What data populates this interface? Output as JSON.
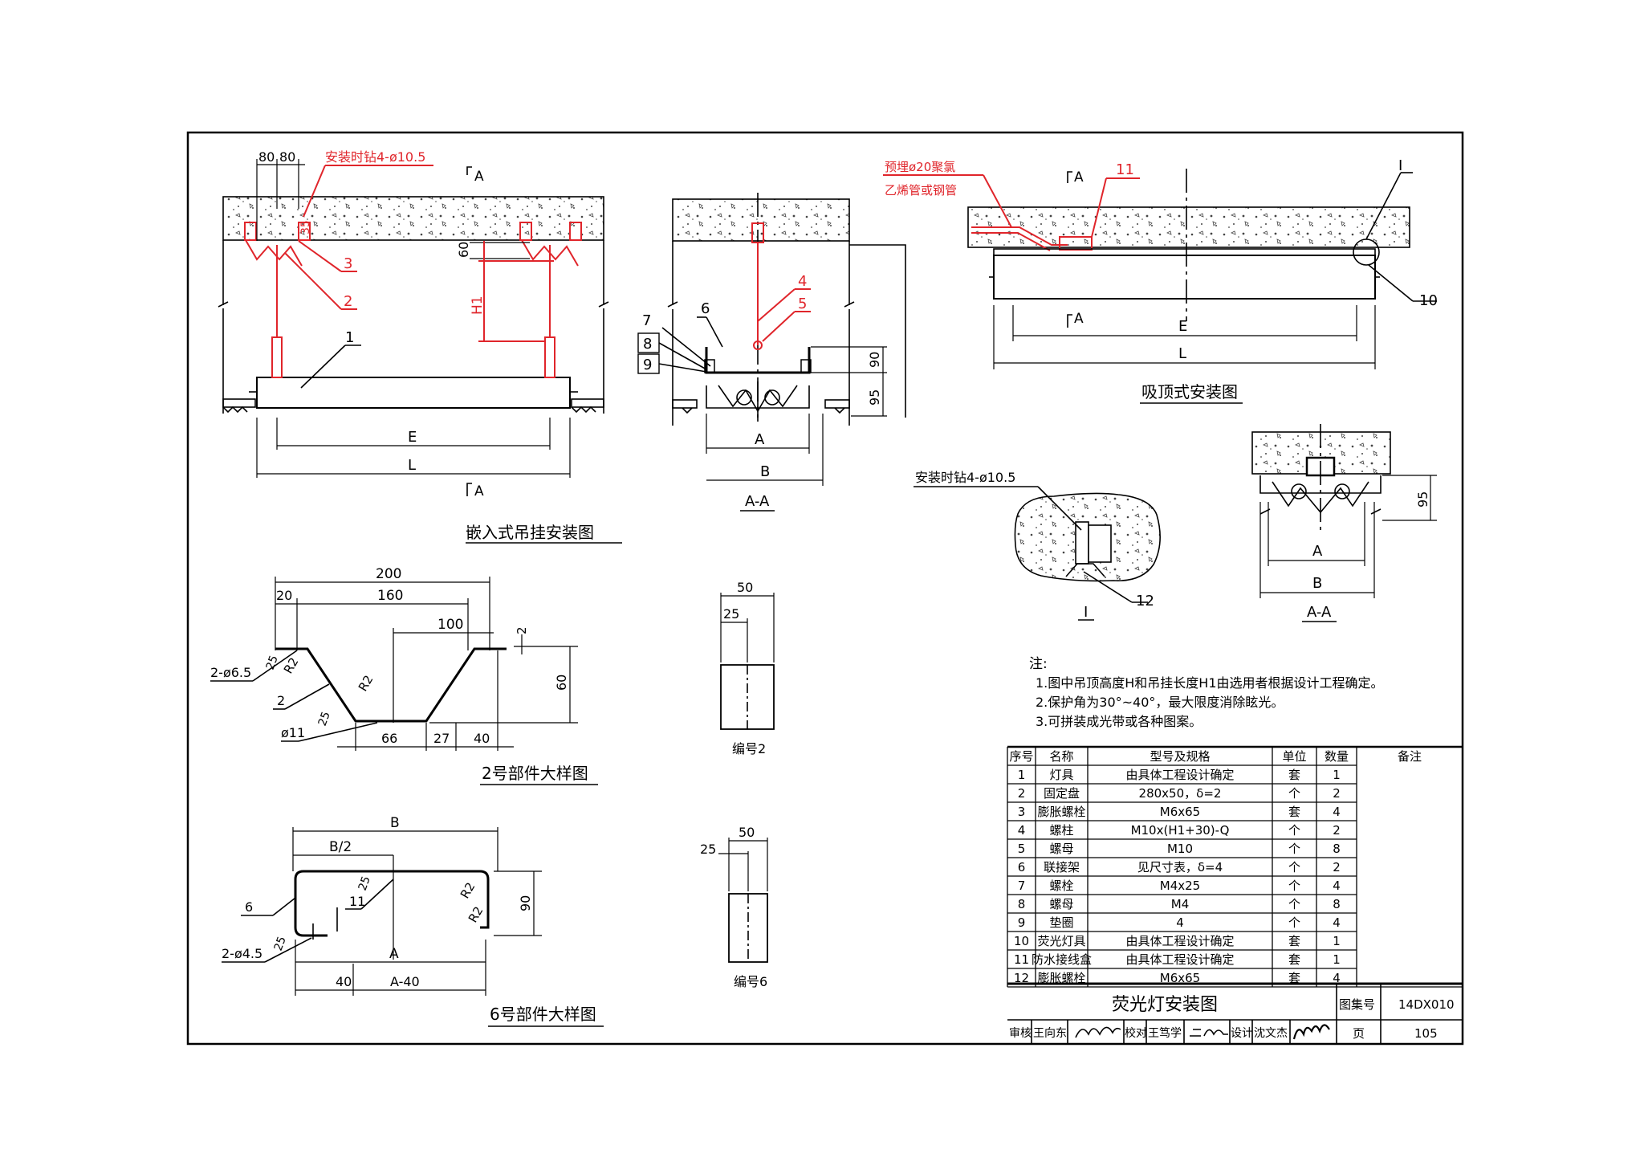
{
  "views": {
    "embedded": {
      "title": "嵌入式吊挂安装图",
      "drill_note": "安装时钻4-ø10.5",
      "dims": {
        "d80a": "80",
        "d80b": "80",
        "d35": "35",
        "d60": "60",
        "h1": "H1",
        "e": "E",
        "l": "L"
      },
      "callouts": {
        "c1": "1",
        "c2": "2",
        "c3": "3"
      },
      "section_mark": "A"
    },
    "section_aa": {
      "title": "A-A",
      "callouts": {
        "c4": "4",
        "c5": "5",
        "c6": "6",
        "c7": "7",
        "c8": "8",
        "c9": "9"
      },
      "dims": {
        "d90": "90",
        "d95": "95",
        "a": "A",
        "b": "B"
      }
    },
    "surface": {
      "title": "吸顶式安装图",
      "pipe_note_1": "预埋ø20聚氯",
      "pipe_note_2": "乙烯管或钢管",
      "callouts": {
        "c10": "10",
        "c11": "11",
        "detail": "I"
      },
      "dims": {
        "e": "E",
        "l": "L"
      },
      "section_mark": "A"
    },
    "detail_i": {
      "drill_note": "安装时钻4-ø10.5",
      "label": "I",
      "callout": "12"
    },
    "section_aa2": {
      "title": "A-A",
      "dims": {
        "d95": "95",
        "a": "A",
        "b": "B"
      }
    },
    "part2": {
      "title": "2号部件大样图",
      "dims": {
        "d200": "200",
        "d20": "20",
        "d160": "160",
        "d100": "100",
        "d2": "2",
        "d60": "60",
        "d66": "66",
        "d27": "27",
        "d40": "40",
        "r2a": "R2",
        "r2b": "R2",
        "d25a": "25",
        "d25b": "25"
      },
      "labels": {
        "holes": "2-ø6.5",
        "part": "2",
        "hole11": "ø11"
      }
    },
    "part6": {
      "title": "6号部件大样图",
      "dims": {
        "b": "B",
        "b2": "B/2",
        "d25a": "25",
        "d25b": "25",
        "r2a": "R2",
        "r2b": "R2",
        "d90": "90",
        "a": "A",
        "d40": "40",
        "a40": "A-40"
      },
      "labels": {
        "part": "6",
        "c11": "11",
        "holes": "2-ø4.5"
      }
    },
    "no2": {
      "title": "编号2",
      "dims": {
        "d50": "50",
        "d25": "25"
      }
    },
    "no6": {
      "title": "编号6",
      "dims": {
        "d50": "50",
        "d25": "25"
      }
    }
  },
  "notes": {
    "heading": "注:",
    "items": [
      "1.图中吊顶高度H和吊挂长度H1由选用者根据设计工程确定。",
      "2.保护角为30°~40°，最大限度消除眩光。",
      "3.可拼装成光带或各种图案。"
    ]
  },
  "table": {
    "headers": [
      "序号",
      "名称",
      "型号及规格",
      "单位",
      "数量",
      "备注"
    ],
    "rows": [
      [
        "1",
        "灯具",
        "由具体工程设计确定",
        "套",
        "1",
        ""
      ],
      [
        "2",
        "固定盘",
        "280x50，δ=2",
        "个",
        "2",
        ""
      ],
      [
        "3",
        "膨胀螺栓",
        "M6x65",
        "套",
        "4",
        ""
      ],
      [
        "4",
        "螺柱",
        "M10x(H1+30)-Q",
        "个",
        "2",
        ""
      ],
      [
        "5",
        "螺母",
        "M10",
        "个",
        "8",
        ""
      ],
      [
        "6",
        "联接架",
        "见尺寸表，δ=4",
        "个",
        "2",
        ""
      ],
      [
        "7",
        "螺栓",
        "M4x25",
        "个",
        "4",
        ""
      ],
      [
        "8",
        "螺母",
        "M4",
        "个",
        "8",
        ""
      ],
      [
        "9",
        "垫圈",
        "4",
        "个",
        "4",
        ""
      ],
      [
        "10",
        "荧光灯具",
        "由具体工程设计确定",
        "套",
        "1",
        ""
      ],
      [
        "11",
        "防水接线盒",
        "由具体工程设计确定",
        "套",
        "1",
        ""
      ],
      [
        "12",
        "膨胀螺栓",
        "M6x65",
        "套",
        "4",
        ""
      ]
    ]
  },
  "title_block": {
    "drawing_title": "荧光灯安装图",
    "atlas_label": "图集号",
    "atlas_no": "14DX010",
    "page_label": "页",
    "page_no": "105",
    "review_label": "审核",
    "reviewer": "王向东",
    "check_label": "校对",
    "checker": "王笃学",
    "design_label": "设计",
    "designer": "沈文杰"
  }
}
